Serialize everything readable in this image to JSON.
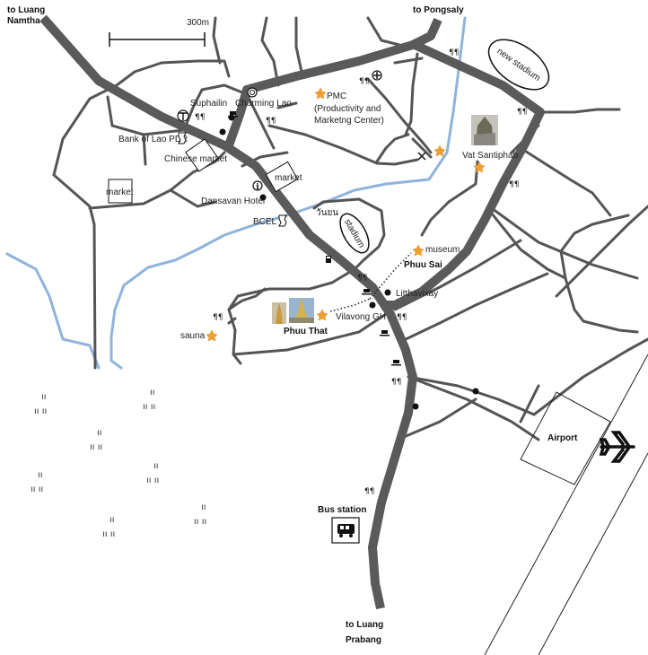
{
  "labels": {
    "to_luang_namtha_1": "to Luang",
    "to_luang_namtha_2": "Namtha",
    "to_pongsaly": "to Pongsaly",
    "to_luang_prabang_1": "to Luang",
    "to_luang_prabang_2": "Prabang",
    "scale": "300m",
    "new_stadium": "new stadium",
    "stadium": "stadium",
    "suphailin": "Suphailin",
    "charming_lao": "Charming Lao",
    "pmc": "PMC",
    "pmc_sub_1": "(Productivity and",
    "pmc_sub_2": "Marketng Center)",
    "bank": "Bank of Lao PDR",
    "chinese_market": "Chinese market",
    "market_west": "market",
    "market_center": "market",
    "dansavan": "Dansavan Hotel",
    "bcel": "BCEL",
    "thai_text": "วันยน",
    "vat": "Vat Santiphab",
    "museum": "museum",
    "phuu_sai": "Phuu Sai",
    "litthavixay": "Litthavixay",
    "vilavong": "Vilavong GH",
    "phuu_that": "Phuu That",
    "sauna": "sauna",
    "airport": "Airport",
    "bus_station": "Bus station"
  },
  "icons": {
    "star": "star-icon",
    "restaurant": "fork-knife-icon",
    "cafe": "coffee-cup-icon",
    "info": "info-icon",
    "post": "post-office-icon",
    "hospital": "hospital-icon",
    "fuel": "fuel-icon",
    "bus": "bus-icon",
    "plane": "airplane-icon"
  },
  "colors": {
    "road": "#555555",
    "main_road": "#5a5a5a",
    "river": "#8fb4dc",
    "star": "#f0a030"
  }
}
